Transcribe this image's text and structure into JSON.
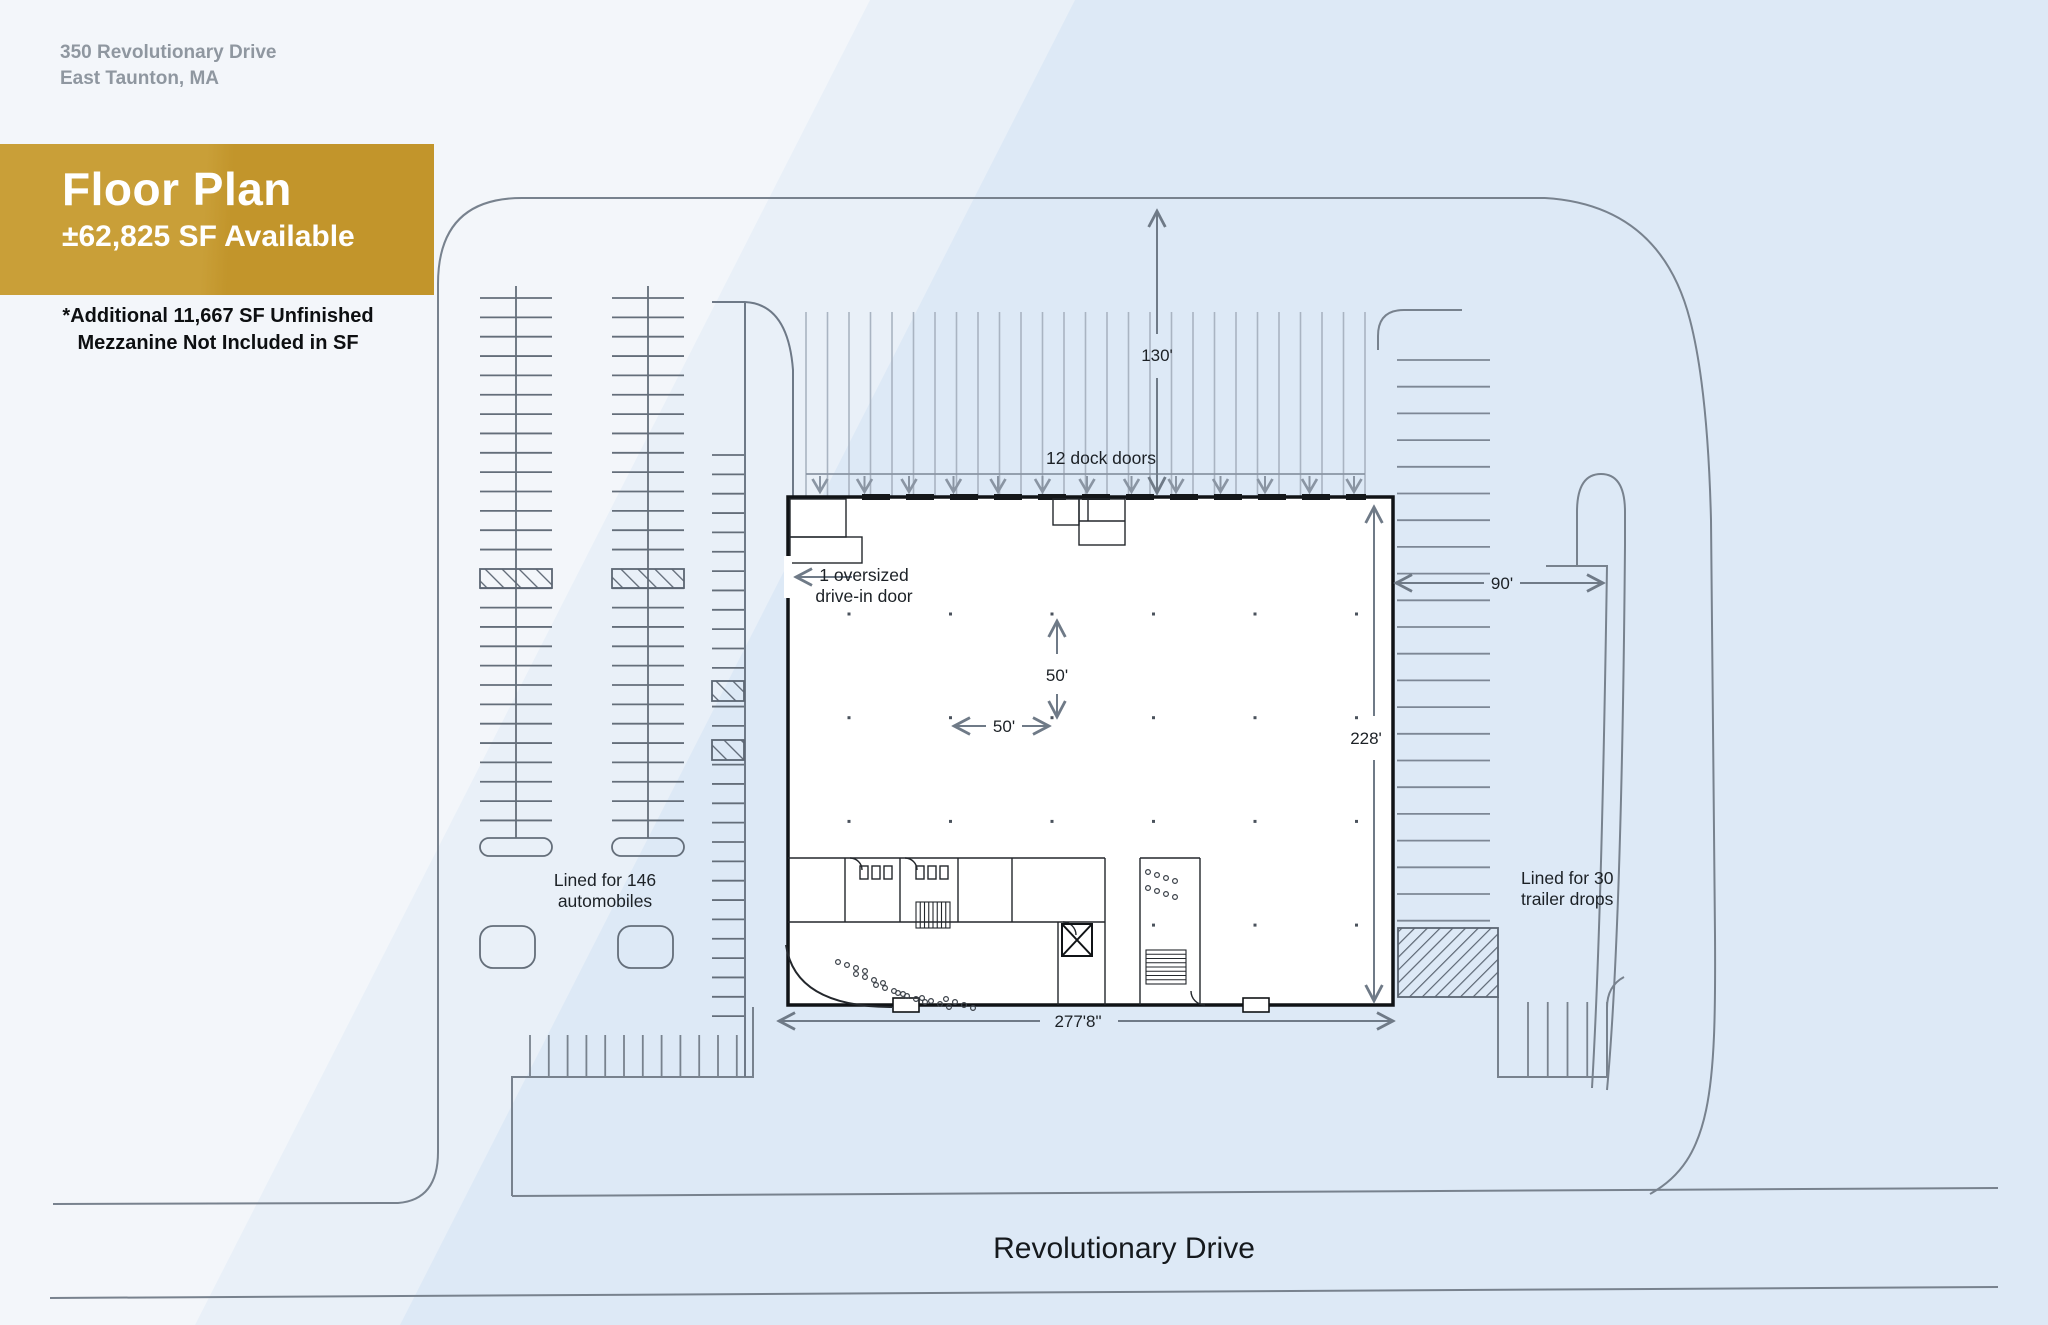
{
  "header": {
    "address_line1": "350 Revolutionary Drive",
    "address_line2": "East Taunton, MA"
  },
  "banner": {
    "title": "Floor Plan",
    "subtitle": "±62,825 SF Available",
    "color": "#c3982f"
  },
  "note": {
    "line1": "*Additional 11,667 SF Unfinished",
    "line2": "Mezzanine Not Included in SF"
  },
  "plan": {
    "dims": {
      "north_yard": "130'",
      "east_yard": "90'",
      "bay_depth": "50'",
      "bay_width": "50'",
      "building_depth": "228'",
      "building_width": "277'8\""
    },
    "labels": {
      "dock_doors": "12 dock doors",
      "drive_in_1": "1 oversized",
      "drive_in_2": "drive-in door",
      "auto_1": "Lined for 146",
      "auto_2": "automobiles",
      "trailer_1": "Lined for 30",
      "trailer_2": "trailer drops",
      "street": "Revolutionary Drive"
    }
  }
}
